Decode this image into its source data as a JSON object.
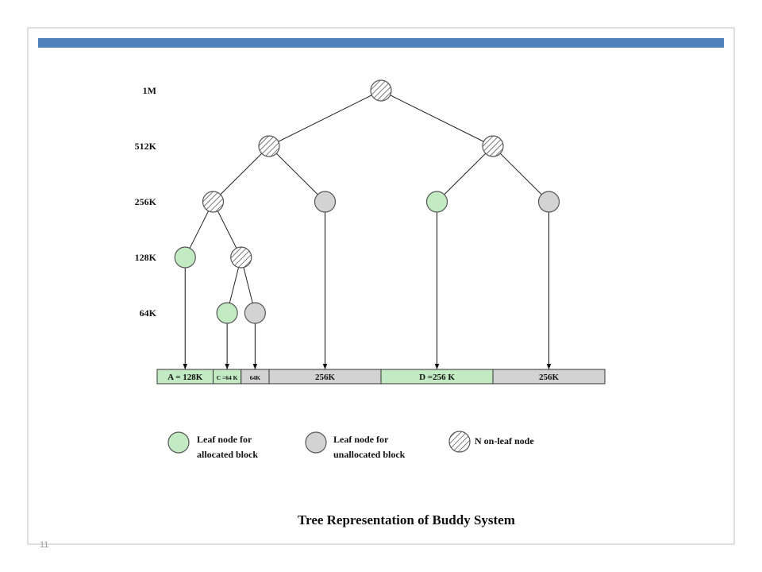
{
  "slide": {
    "page_number": "11",
    "title": "Tree Representation of Buddy System",
    "accent_color": "#4f81bd",
    "border_color": "#c0c0c0"
  },
  "levels": [
    "1M",
    "512K",
    "256K",
    "128K",
    "64K"
  ],
  "colors": {
    "allocated": "#c3ebc3",
    "unallocated": "#d3d3d3",
    "hatch_line": "#333333",
    "stroke": "#555555"
  },
  "tree": {
    "kind": "non-leaf",
    "children": [
      {
        "kind": "non-leaf",
        "children": [
          {
            "kind": "non-leaf",
            "children": [
              {
                "kind": "allocated",
                "label": "A = 128K"
              },
              {
                "kind": "non-leaf",
                "children": [
                  {
                    "kind": "allocated",
                    "label": "C =64 K"
                  },
                  {
                    "kind": "unallocated",
                    "label": "64K"
                  }
                ]
              }
            ]
          },
          {
            "kind": "unallocated",
            "label": "256K"
          }
        ]
      },
      {
        "kind": "non-leaf",
        "children": [
          {
            "kind": "allocated",
            "label": "D =256 K"
          },
          {
            "kind": "unallocated",
            "label": "256K"
          }
        ]
      }
    ]
  },
  "legend": {
    "allocated": {
      "line1": "Leaf node for",
      "line2": "allocated block"
    },
    "unallocated": {
      "line1": "Leaf node for",
      "line2": "unallocated block"
    },
    "non_leaf": {
      "line1": "N on-leaf node"
    }
  }
}
